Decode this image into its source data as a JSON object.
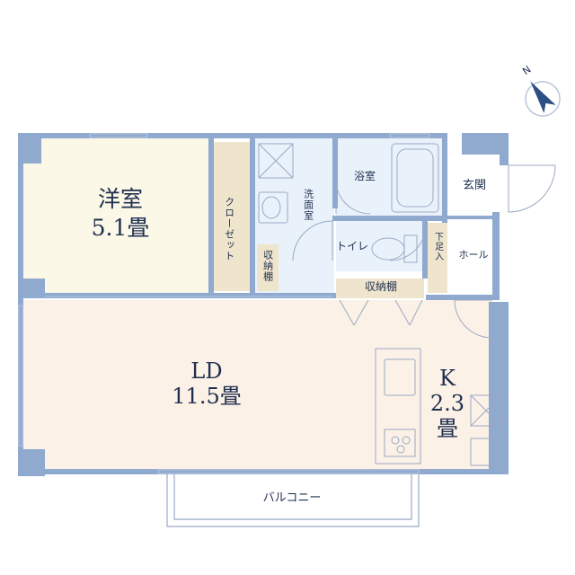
{
  "rooms": {
    "western_room": {
      "name": "洋室",
      "size": "5.1畳"
    },
    "closet": {
      "name": "クローゼット"
    },
    "storage_small": {
      "name": "収納棚"
    },
    "washroom": {
      "name": "洗面室"
    },
    "bathroom": {
      "name": "浴室"
    },
    "toilet": {
      "name": "トイレ"
    },
    "entrance": {
      "name": "玄関"
    },
    "shoe_storage": {
      "name": "下足入"
    },
    "hall": {
      "name": "ホール"
    },
    "storage_shelf": {
      "name": "収納棚"
    },
    "living_dining": {
      "name": "LD",
      "size": "11.5畳"
    },
    "kitchen": {
      "name": "K",
      "size": "2.3",
      "unit": "畳"
    },
    "balcony": {
      "name": "バルコニー"
    }
  },
  "compass": {
    "letter": "N",
    "icon": "north-arrow-icon"
  },
  "colors": {
    "wall": "#8fa9cf",
    "western_room": "#fbf8e7",
    "closet": "#efe5cc",
    "wet_area": "#e9f2fb",
    "living": "#fcf1e7",
    "line": "#9aa9c4",
    "text": "#1f2f4f"
  }
}
